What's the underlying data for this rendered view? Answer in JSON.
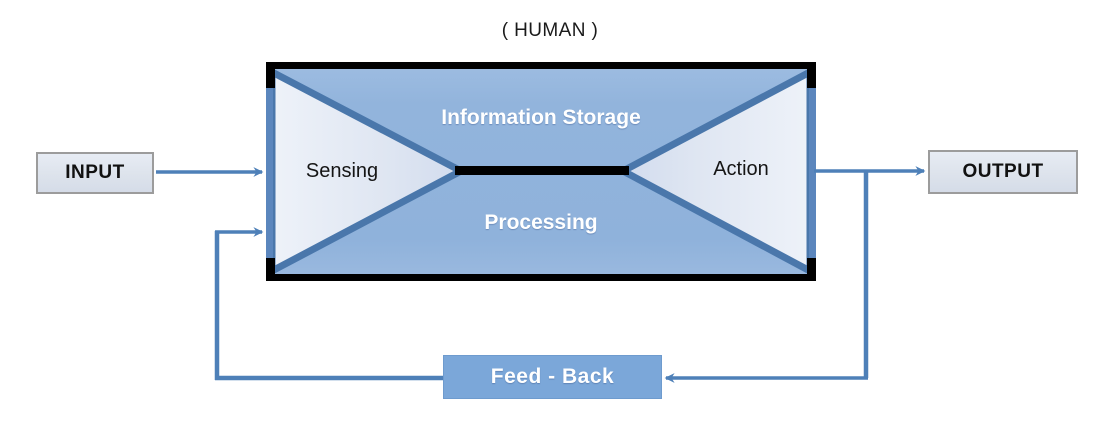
{
  "diagram": {
    "title": "( HUMAN )",
    "human_label": "( HUMAN )",
    "input_label": "INPUT",
    "output_label": "OUTPUT",
    "feedback_label": "Feed - Back",
    "information_storage_label": "Information Storage",
    "processing_label": "Processing",
    "sensing_label": "Sensing",
    "action_label": "Action",
    "colors": {
      "body_fill": "#92b4dc",
      "triangle_fill": "#dfe6f2",
      "triangle_edge": "#4a77ab",
      "frame_black": "#000000",
      "inner_border_blue": "#5b86bd",
      "arrow_blue": "#4e80b8",
      "feedback_fill": "#7ba7d9",
      "io_box_fill": "#dde3ec",
      "io_box_border": "#9c9c9c",
      "label_white": "#ffffff",
      "label_black": "#111111"
    }
  }
}
